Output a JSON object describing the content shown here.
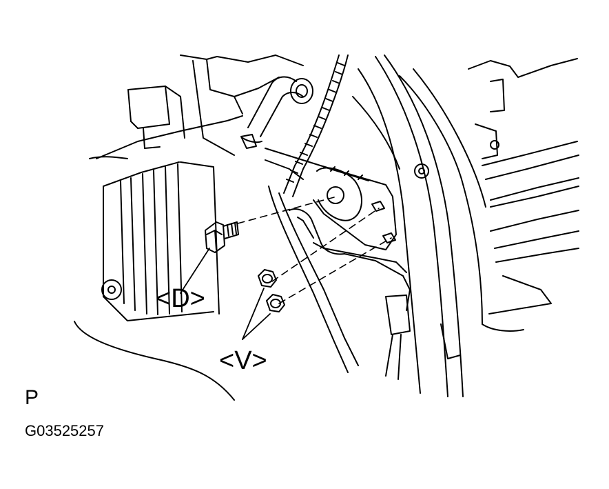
{
  "diagram": {
    "callouts": [
      {
        "id": "D",
        "text": "<D>",
        "part": "bolt"
      },
      {
        "id": "V",
        "text": "<V>",
        "part": "nut"
      }
    ],
    "view_letter": "P",
    "figure_code": "G03525257",
    "colors": {
      "line": "#000000",
      "background": "#ffffff"
    }
  }
}
